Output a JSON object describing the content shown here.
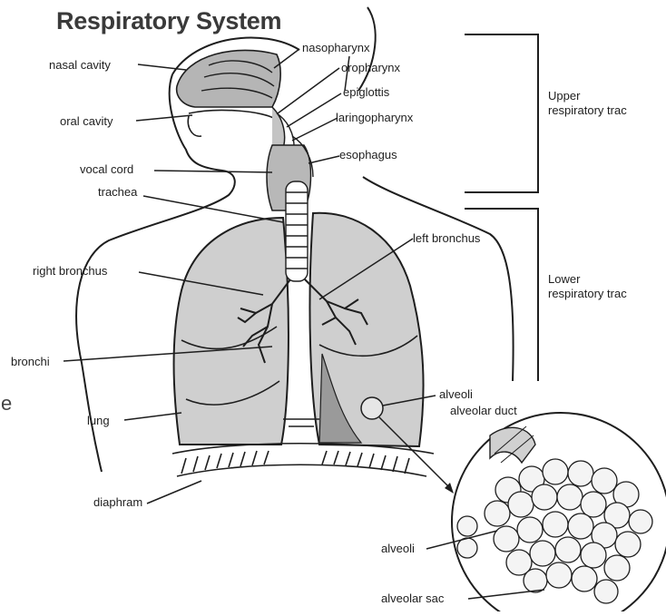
{
  "title": "Respiratory System",
  "labels": {
    "nasal_cavity": "nasal cavity",
    "oral_cavity": "oral cavity",
    "vocal_cord": "vocal cord",
    "trachea": "trachea",
    "right_bronchus": "right bronchus",
    "bronchi": "bronchi",
    "lung": "lung",
    "diaphram": "diaphram",
    "nasopharynx": "nasopharynx",
    "oropharynx": "oropharynx",
    "epiglottis": "epiglottis",
    "laringopharynx": "laringopharynx",
    "esophagus": "esophagus",
    "left_bronchus": "left bronchus",
    "alveoli_upper": "alveoli",
    "alveolar_duct": "alveolar duct",
    "alveoli_lower": "alveoli",
    "alveolar_sac": "alveolar sac"
  },
  "regions": {
    "upper_line1": "Upper",
    "upper_line2": "respiratory trac",
    "lower_line1": "Lower",
    "lower_line2": "respiratory trac"
  },
  "stray_char": "e",
  "colors": {
    "line": "#1e1e1e",
    "lung_fill": "#cfcfcf",
    "lung_dark": "#9a9a9a",
    "skin": "#ffffff",
    "airway": "#b8b8b8"
  }
}
